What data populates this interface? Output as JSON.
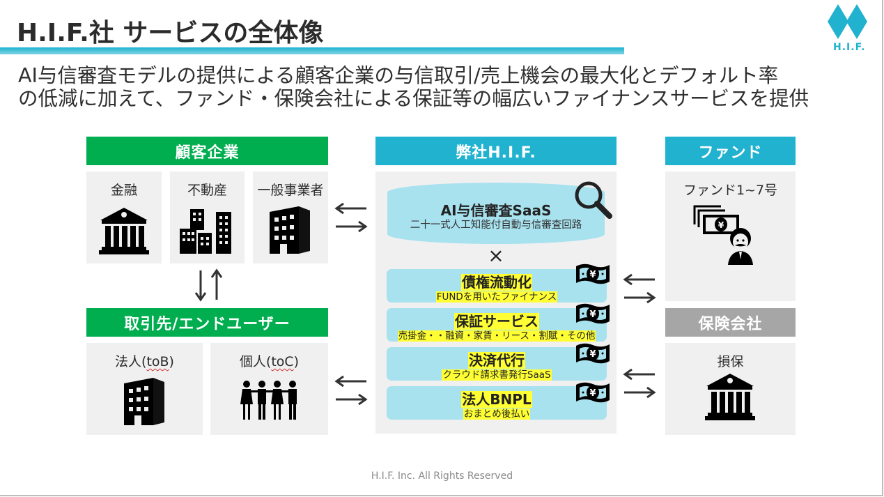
{
  "slide": {
    "title": "H.I.F.社 サービスの全体像",
    "logo_text": "H.I.F.",
    "subtitle_line1": "AI与信審査モデルの提供による顧客企業の与信取引/売上機会の最大化とデフォルト率",
    "subtitle_line2": "の低減に加えて、ファンド・保険会社による保証等の幅広いファイナンスサービスを提供",
    "footer": "H.I.F. Inc. All Rights Reserved"
  },
  "colors": {
    "brand": "#21b2d0",
    "green": "#00ad4f",
    "gray_header": "#a6a6a6",
    "panel_bg": "#f0f0f0",
    "service_bg": "#a8e2ef",
    "highlight": "#ffff33"
  },
  "customers": {
    "header": "顧客企業",
    "items": [
      {
        "label": "金融",
        "icon": "bank-icon"
      },
      {
        "label": "不動産",
        "icon": "buildings-icon"
      },
      {
        "label": "一般事業者",
        "icon": "office-building-icon"
      }
    ]
  },
  "end_users": {
    "header": "取引先/エンドユーザー",
    "items": [
      {
        "label_prefix": "法人(",
        "label_word": "toB",
        "label_suffix": ")",
        "icon": "office-building-icon"
      },
      {
        "label_prefix": "個人(",
        "label_word": "toC",
        "label_suffix": ")",
        "icon": "people-icon"
      }
    ]
  },
  "hif": {
    "header": "弊社H.I.F.",
    "ai_service": {
      "title": "AI与信審査SaaS",
      "subtitle": "二十一式人工知能付自動与信審査回路",
      "icon": "magnifier-icon"
    },
    "times_symbol": "×",
    "services": [
      {
        "title": "債権流動化",
        "subtitle": "FUNDを用いたファイナンス",
        "icon": "yen-banknote-icon"
      },
      {
        "title": "保証サービス",
        "subtitle": "売掛金・・融資・家賃・リース・割賦・その他",
        "icon": "yen-banknote-icon"
      },
      {
        "title": "決済代行",
        "subtitle": "クラウド請求書発行SaaS",
        "icon": "yen-banknote-icon"
      },
      {
        "title": "法人BNPL",
        "subtitle": "おまとめ後払い",
        "icon": "yen-banknote-icon"
      }
    ]
  },
  "fund": {
    "header": "ファンド",
    "label": "ファンド1~7号",
    "icon": "investor-money-icon"
  },
  "insurance": {
    "header": "保険会社",
    "label": "損保",
    "icon": "bank-icon"
  }
}
